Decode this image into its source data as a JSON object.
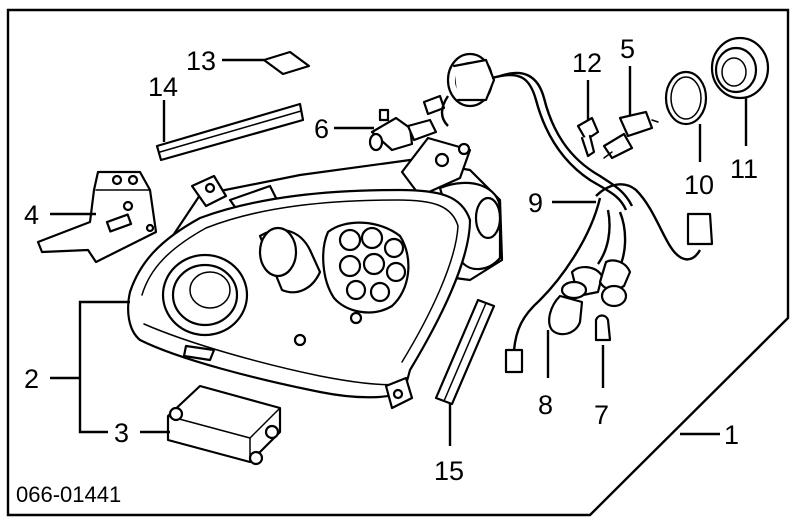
{
  "diagram": {
    "catalog_code": "066-01441",
    "callouts": [
      {
        "id": "1",
        "label": "1"
      },
      {
        "id": "2",
        "label": "2"
      },
      {
        "id": "3",
        "label": "3"
      },
      {
        "id": "4",
        "label": "4"
      },
      {
        "id": "5",
        "label": "5"
      },
      {
        "id": "6",
        "label": "6"
      },
      {
        "id": "7",
        "label": "7"
      },
      {
        "id": "8",
        "label": "8"
      },
      {
        "id": "9",
        "label": "9"
      },
      {
        "id": "10",
        "label": "10"
      },
      {
        "id": "11",
        "label": "11"
      },
      {
        "id": "12",
        "label": "12"
      },
      {
        "id": "13",
        "label": "13"
      },
      {
        "id": "14",
        "label": "14"
      },
      {
        "id": "15",
        "label": "15"
      }
    ]
  }
}
